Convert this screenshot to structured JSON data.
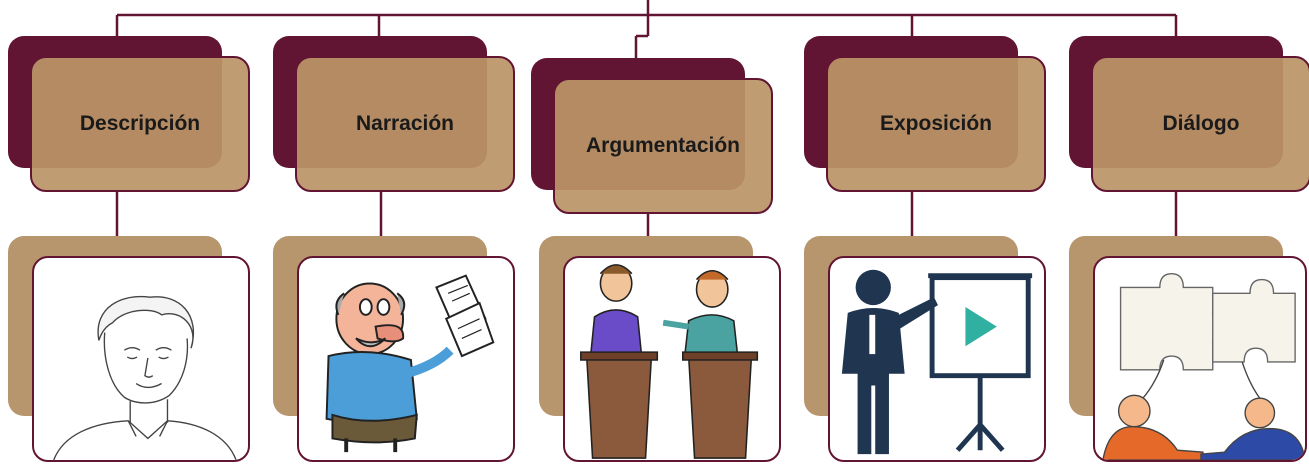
{
  "diagram": {
    "colors": {
      "dark": "#621533",
      "tan": "#b8966d",
      "line": "#621533"
    },
    "items": [
      {
        "label": "Descripción",
        "icon": "portrait-sketch-icon"
      },
      {
        "label": "Narración",
        "icon": "storyteller-reading-icon"
      },
      {
        "label": "Argumentación",
        "icon": "debate-podiums-icon"
      },
      {
        "label": "Exposición",
        "icon": "presenter-screen-icon"
      },
      {
        "label": "Diálogo",
        "icon": "puzzle-handshake-icon"
      }
    ]
  }
}
